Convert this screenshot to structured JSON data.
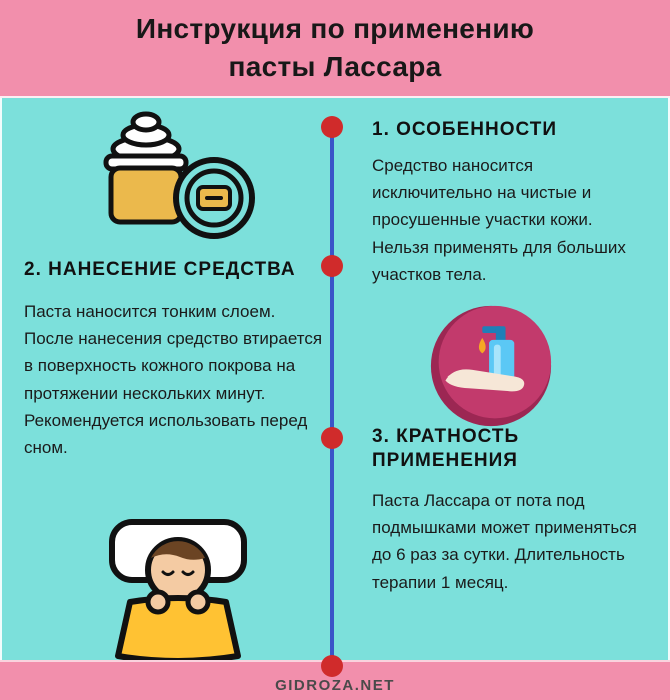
{
  "header": {
    "title_line1": "Инструкция по применению",
    "title_line2": "пасты Лассара"
  },
  "sections": {
    "features": {
      "heading": "1. ОСОБЕННОСТИ",
      "body": "Средство наносится исключительно на чистые и просушенные участки кожи. Нельзя применять для больших участков тела."
    },
    "application": {
      "heading": "2. НАНЕСЕНИЕ СРЕДСТВА",
      "body": "Паста наносится тонким слоем. После нанесения средство втирается в поверхность кожного покрова на протяжении нескольких минут. Рекомендуется использовать перед сном."
    },
    "frequency": {
      "heading": "3. КРАТНОСТЬ ПРИМЕНЕНИЯ",
      "body": "Паста Лассара от пота под подмышками может применяться до 6 раз за сутки. Длительность терапии 1 месяц."
    }
  },
  "icons": {
    "cream_jar": "cream-jar-icon",
    "soap_dispenser": "soap-dispenser-hand-icon",
    "sleeping_person": "sleeping-person-icon"
  },
  "footer": {
    "site": "GIDROZA.NET"
  },
  "colors": {
    "header_pink": "#F28FAC",
    "body_teal": "#7CE0DB",
    "timeline_blue": "#3A55C8",
    "dot_red": "#D02B2B",
    "accent_magenta": "#C23A6C",
    "blanket_yellow": "#FFC233",
    "jar_gold": "#EBB94C"
  }
}
